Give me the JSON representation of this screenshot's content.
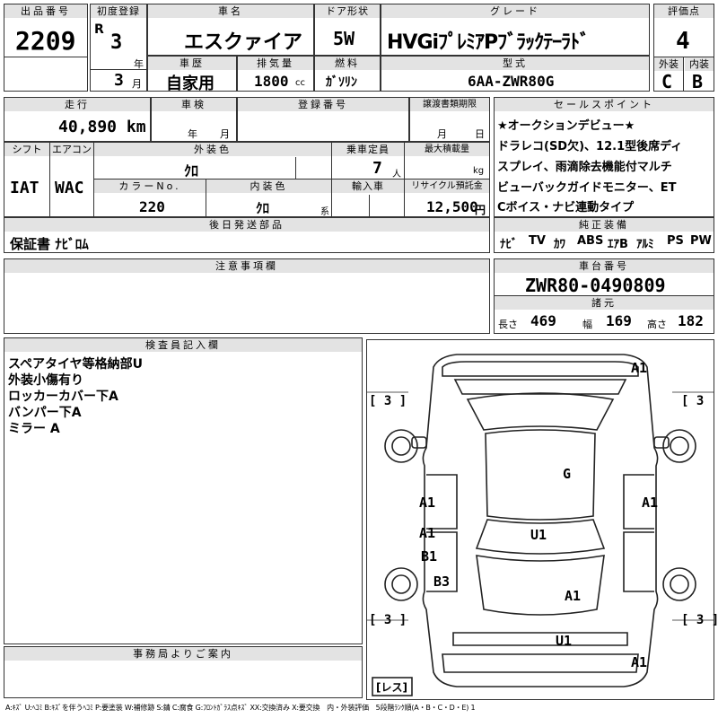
{
  "header_labels": {
    "lot_no": "出品番号",
    "first_reg": "初度登録",
    "car_name": "車名",
    "door": "ドア形状",
    "grade": "グレード",
    "score": "評価点",
    "shaken_history": "車歴",
    "displacement": "排気量",
    "fuel": "燃料",
    "model_code": "型式",
    "exterior": "外装",
    "interior": "内装",
    "mileage": "走行",
    "inspection": "車検",
    "reg_no": "登録番号",
    "transfer_deadline": "譲渡書類期限",
    "shift": "シフト",
    "aircon": "エアコン",
    "ext_color": "外装色",
    "capacity": "乗車定員",
    "max_load": "最大積載量",
    "color_no": "カラーNo.",
    "int_color": "内装色",
    "import": "輸入車",
    "recycle": "リサイクル預託金",
    "later_parts": "後日発送部品",
    "notes": "注意事項欄",
    "sales_points": "セールスポイント",
    "equipment": "純正装備",
    "chassis_no": "車台番号",
    "dims": "諸元",
    "inspector": "検査員記入欄",
    "office": "事務局よりご案内"
  },
  "lot_number": "2209",
  "first_reg_era": "R",
  "first_reg_year": "3",
  "first_reg_year_unit": "年",
  "first_reg_month": "3",
  "first_reg_month_unit": "月",
  "car_name": "エスクァイア",
  "door": "5W",
  "grade": "HVGiﾌﾟﾚﾐｱPﾌﾞﾗｯｸﾃｰﾗﾄﾞ",
  "score": "4",
  "history": "自家用",
  "displacement": "1800",
  "displacement_unit": "cc",
  "fuel": "ｶﾞｿﾘﾝ",
  "model_code": "6AA-ZWR80G",
  "exterior_grade": "C",
  "interior_grade": "B",
  "mileage": "40,890 km",
  "inspection_year_unit": "年",
  "inspection_month_unit": "月",
  "transfer_month_unit": "月",
  "transfer_day_unit": "日",
  "shift": "IAT",
  "aircon": "WAC",
  "ext_color": "ｸﾛ",
  "capacity": "7",
  "capacity_unit": "人",
  "max_load_unit": "kg",
  "color_no": "220",
  "int_color": "ｸﾛ",
  "int_color_suffix": "系",
  "recycle_fee": "12,500",
  "recycle_unit": "円",
  "later_parts": "保証書 ﾅﾋﾞﾛﾑ",
  "sales_points": [
    "★オークションデビュー★",
    "ドラレコ(SD欠)、12.1型後席ディ",
    "スプレイ、雨滴除去機能付マルチ",
    "ビューバックガイドモニター、ET",
    "Cボイス・ナビ連動タイプ"
  ],
  "equipment": [
    "ﾅﾋﾞ",
    "TV",
    "ｶﾜ",
    "ABS",
    "ｴｱB",
    "ｱﾙﾐ",
    "PS",
    "PW"
  ],
  "chassis_no": "ZWR80-0490809",
  "dims": {
    "length_label": "長さ",
    "length": "469",
    "width_label": "幅",
    "width": "169",
    "height_label": "高さ",
    "height": "182"
  },
  "inspector_notes": [
    "スペアタイヤ等格納部U",
    "外装小傷有り",
    "ロッカーカバー下A",
    "バンパー下A",
    "ミラー A"
  ],
  "diagram_marks": {
    "front_right": "A1",
    "rear_roof": "G",
    "left_front_door": "A1",
    "right_front_door": "A1",
    "left_rear_door": "A1",
    "left_rocker": "B1",
    "left_rear_quarter": "B3",
    "center_floor": "U1",
    "right_rear_quarter": "A1",
    "rear_under": "U1",
    "rear_bumper": "A1",
    "tire_fl": "3",
    "tire_fr": "3",
    "tire_rl": "3",
    "tire_rr": "3",
    "spare": "レス"
  },
  "legend": "A:ｷｽﾞ U:ﾍｺﾐ B:ｷｽﾞを伴うﾍｺﾐ P:要塗装 W:補修跡 S:錆 C:腐食 G:ﾌﾛﾝﾄｶﾞﾗｽ点ｷｽﾞ XX:交換済み X:要交換　内・外装評価　5段階ﾗﾝｸ順(A・B・C・D・E) 1"
}
